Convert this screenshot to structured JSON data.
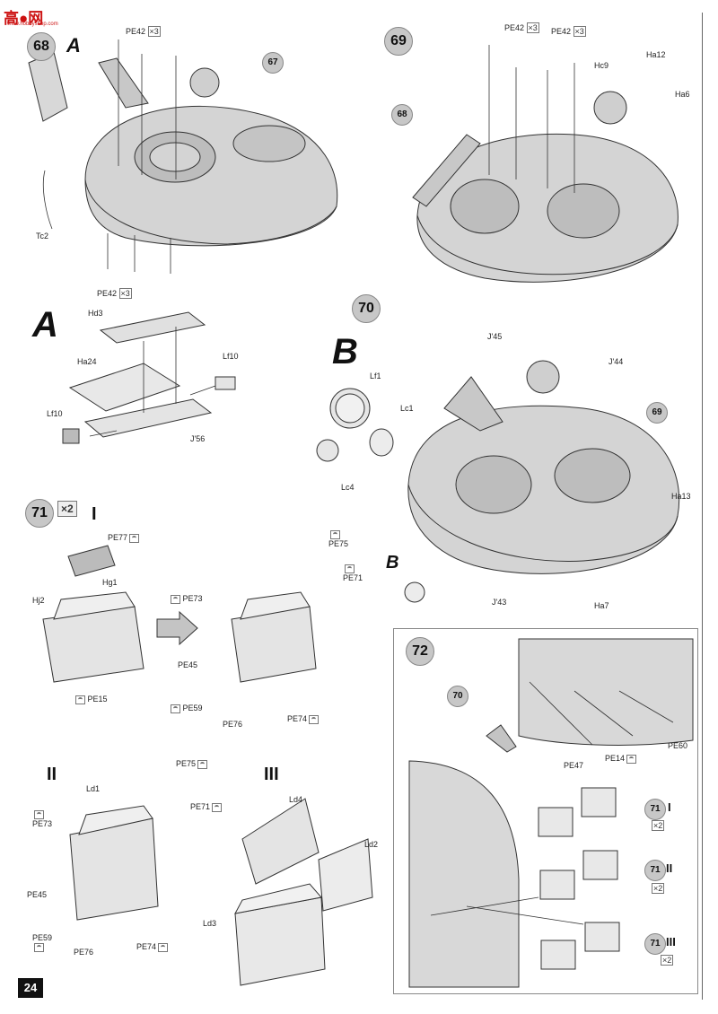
{
  "watermark": {
    "main": "高●网",
    "sub": "www.hobbyshop.com"
  },
  "page_number": "24",
  "steps": {
    "s68": "68",
    "s69": "69",
    "s70": "70",
    "s71": "71",
    "s72": "72",
    "ref67": "67",
    "ref68": "68",
    "ref69": "69",
    "ref70": "70",
    "ref71a": "71",
    "ref71b": "71",
    "ref71c": "71"
  },
  "letters": {
    "a1": "A",
    "a2": "A",
    "b1": "B",
    "b2": "B"
  },
  "roman": {
    "i": "I",
    "ii": "II",
    "iii": "III",
    "r1": "I",
    "r2": "II",
    "r3": "III"
  },
  "multipliers": {
    "x3": "×3",
    "x2": "×2"
  },
  "labels": {
    "pe42_68_top": "PE42",
    "pe42_68_bot": "PE42",
    "tc2": "Tc2",
    "pe42_69_a": "PE42",
    "pe42_69_b": "PE42",
    "hc9": "Hc9",
    "ha12": "Ha12",
    "ha6": "Ha6",
    "hd3": "Hd3",
    "ha24": "Ha24",
    "lf10a": "Lf10",
    "lf10b": "Lf10",
    "j56": "J'56",
    "lf1": "Lf1",
    "lc1": "Lc1",
    "lc4": "Lc4",
    "j45": "J'45",
    "j44": "J'44",
    "ha13": "Ha13",
    "j43": "J'43",
    "ha7": "Ha7",
    "pe77": "PE77",
    "hg1": "Hg1",
    "hj2": "Hj2",
    "pe15": "PE15",
    "pe75a": "PE75",
    "pe73a": "PE73",
    "pe71a": "PE71",
    "pe45a": "PE45",
    "pe59a": "PE59",
    "pe76a": "PE76",
    "pe74a": "PE74",
    "ld1": "Ld1",
    "pe75b": "PE75",
    "pe73b": "PE73",
    "pe71b": "PE71",
    "pe45b": "PE45",
    "pe59b": "PE59",
    "pe76b": "PE76",
    "pe74b": "PE74",
    "ld4": "Ld4",
    "ld2": "Ld2",
    "ld3": "Ld3",
    "pe47": "PE47",
    "pe14": "PE14",
    "pe60": "PE60"
  }
}
